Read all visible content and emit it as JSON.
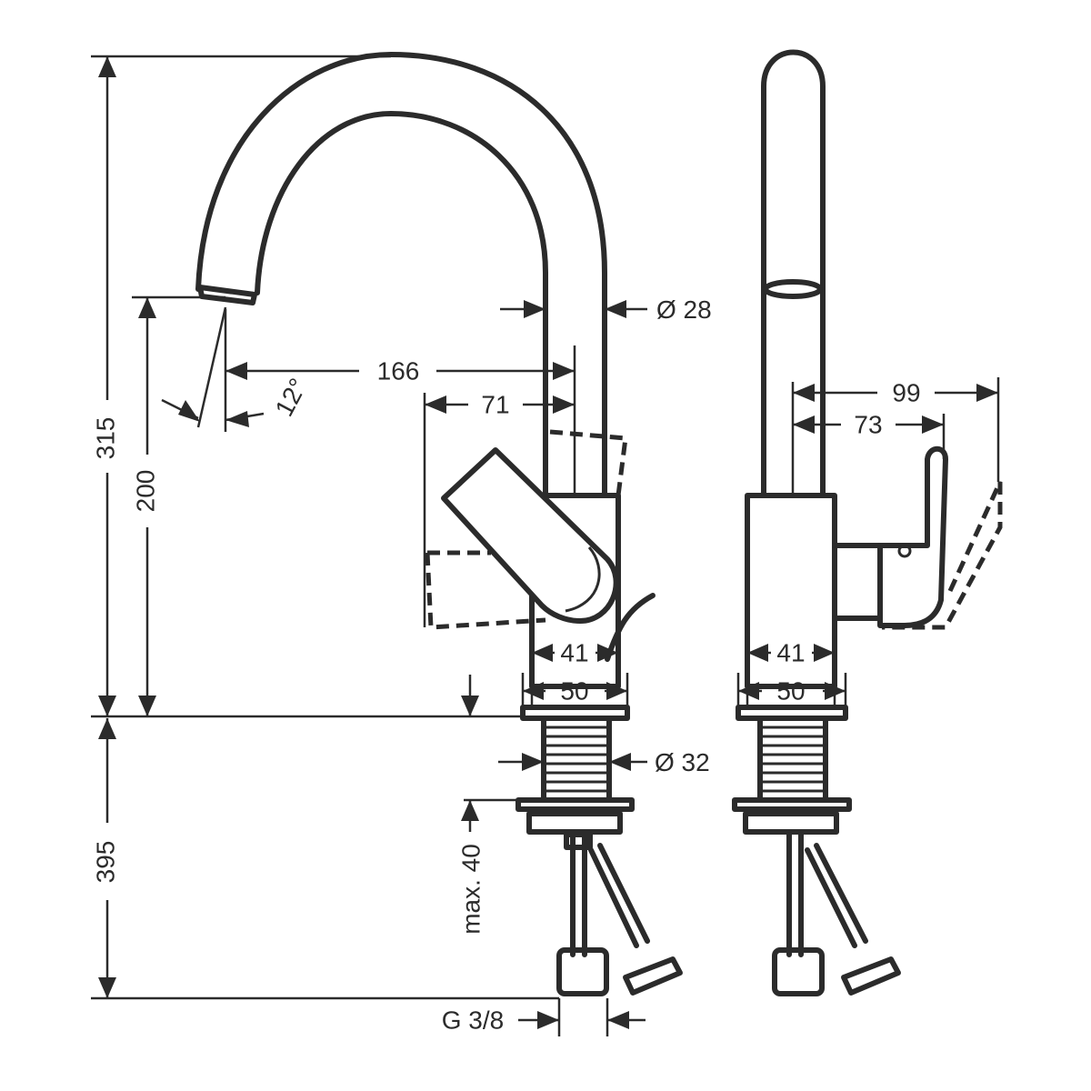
{
  "labels": {
    "height_total": "315",
    "height_spout": "200",
    "height_under": "395",
    "reach_166": "166",
    "reach_71": "71",
    "angle": "12°",
    "dia_28": "Ø 28",
    "base_41_left": "41",
    "base_50_left": "50",
    "dia_32": "Ø 32",
    "max_40": "max. 40",
    "thread": "G 3/8",
    "side_99": "99",
    "side_73": "73",
    "base_41_right": "41",
    "base_50_right": "50"
  },
  "colors": {
    "line": "#2b2b2b",
    "background": "#ffffff"
  }
}
